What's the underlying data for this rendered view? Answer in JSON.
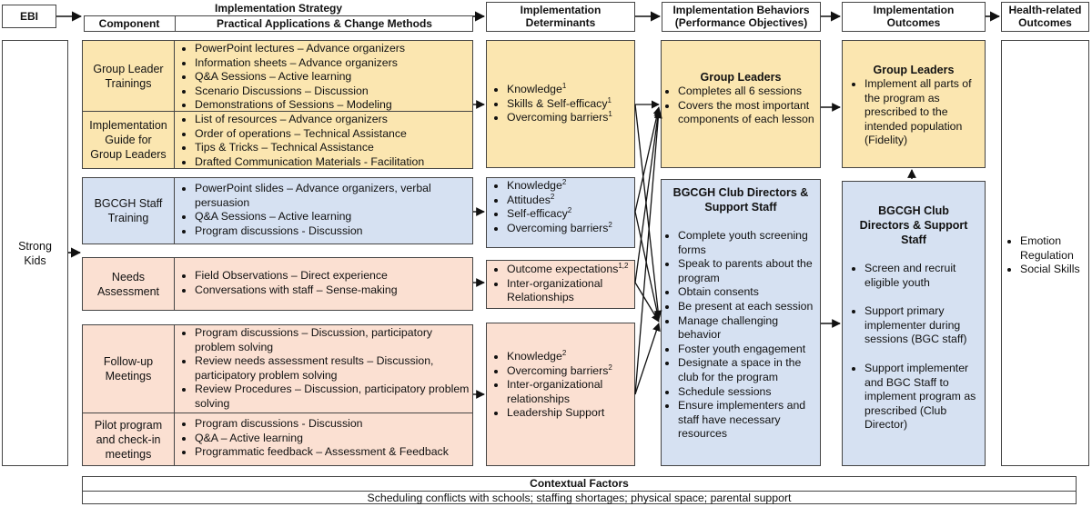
{
  "header": {
    "ebi": "EBI",
    "impl_strategy": "Implementation Strategy",
    "component": "Component",
    "practical": "Practical Applications & Change Methods",
    "determinants": [
      "Implementation",
      "Determinants"
    ],
    "behaviors": [
      "Implementation Behaviors",
      "(Performance Objectives)"
    ],
    "outcomes": [
      "Implementation",
      "Outcomes"
    ],
    "health": [
      "Health-related",
      "Outcomes"
    ]
  },
  "ebi_name": [
    "Strong",
    "Kids"
  ],
  "components": [
    {
      "label": [
        "Group Leader",
        "Trainings"
      ],
      "items": [
        "PowerPoint lectures – Advance organizers",
        "Information sheets – Advance organizers",
        "Q&A Sessions – Active learning",
        "Scenario Discussions – Discussion",
        "Demonstrations of Sessions – Modeling"
      ]
    },
    {
      "label": [
        "Implementation",
        "Guide for",
        "Group Leaders"
      ],
      "items": [
        "List of resources – Advance organizers",
        "Order of operations – Technical Assistance",
        "Tips & Tricks – Technical Assistance",
        "Drafted Communication Materials - Facilitation"
      ]
    },
    {
      "label": [
        "BGCGH Staff",
        "Training"
      ],
      "items": [
        "PowerPoint slides – Advance organizers, verbal persuasion",
        "Q&A Sessions – Active learning",
        "Program discussions - Discussion"
      ]
    },
    {
      "label": [
        "Needs",
        "Assessment"
      ],
      "items": [
        "Field Observations – Direct experience",
        "Conversations with staff – Sense-making"
      ]
    },
    {
      "label": [
        "Follow-up",
        "Meetings"
      ],
      "items": [
        "Program discussions – Discussion, participatory problem solving",
        "Review needs assessment results – Discussion, participatory problem solving",
        "Review Procedures – Discussion, participatory problem solving"
      ]
    },
    {
      "label": [
        "Pilot program",
        "and check-in",
        "meetings"
      ],
      "items": [
        "Program discussions - Discussion",
        "Q&A – Active learning",
        "Programmatic feedback – Assessment & Feedback"
      ]
    }
  ],
  "determinants": [
    {
      "items": [
        {
          "t": "Knowledge",
          "s": "1"
        },
        {
          "t": "Skills & Self-efficacy",
          "s": "1"
        },
        {
          "t": "Overcoming barriers",
          "s": "1"
        }
      ]
    },
    {
      "items": [
        {
          "t": "Knowledge",
          "s": "2"
        },
        {
          "t": "Attitudes",
          "s": "2"
        },
        {
          "t": "Self-efficacy",
          "s": "2"
        },
        {
          "t": "Overcoming barriers",
          "s": "2"
        }
      ]
    },
    {
      "items": [
        {
          "t": "Outcome expectations",
          "s": "1,2"
        },
        {
          "t": "Inter-organizational Relationships",
          "s": ""
        }
      ]
    },
    {
      "items": [
        {
          "t": "Knowledge",
          "s": "2"
        },
        {
          "t": "Overcoming barriers",
          "s": "2"
        },
        {
          "t": "Inter-organizational relationships",
          "s": ""
        },
        {
          "t": "Leadership Support",
          "s": ""
        }
      ]
    }
  ],
  "behaviors": {
    "group_leaders": {
      "title": "Group Leaders",
      "items": [
        "Completes all 6 sessions",
        "Covers the most important components of each lesson"
      ]
    },
    "club": {
      "title": [
        "BGCGH Club Directors &",
        "Support Staff"
      ],
      "items": [
        "Complete youth screening forms",
        "Speak to parents about the program",
        "Obtain consents",
        "Be present at each session",
        "Manage challenging behavior",
        "Foster youth engagement",
        "Designate a space in the club for the program",
        "Schedule sessions",
        "Ensure implementers and staff have necessary resources"
      ]
    }
  },
  "outcomes": {
    "group_leaders": {
      "title": "Group Leaders",
      "items": [
        "Implement all parts of the program as prescribed to the intended population (Fidelity)"
      ]
    },
    "club": {
      "title": [
        "BGCGH Club",
        "Directors & Support",
        "Staff"
      ],
      "items": [
        "Screen and recruit eligible youth",
        "Support primary implementer during sessions (BGC staff)",
        "Support implementer and BGC Staff to implement program as prescribed (Club Director)"
      ]
    }
  },
  "health": {
    "items": [
      "Emotion Regulation",
      "Social Skills"
    ]
  },
  "context": {
    "title": "Contextual Factors",
    "text": "Scheduling conflicts with schools; staffing shortages; physical space; parental support"
  },
  "colors": {
    "yellow": "#fbe6b0",
    "blue": "#d6e1f2",
    "peach": "#fbe0d2",
    "border": "#444444"
  }
}
